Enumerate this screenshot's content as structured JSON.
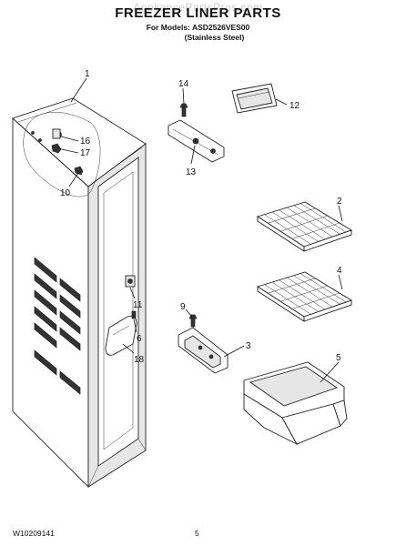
{
  "header": {
    "watermark": "AppliancePartsPros.com",
    "title": "FREEZER LINER PARTS",
    "models_line": "For Models: ASD2526VES00",
    "variant_line": "(Stainless Steel)"
  },
  "footer": {
    "doc_number": "W10209141",
    "page_number": "5"
  },
  "callouts": {
    "c1": "1",
    "c2": "2",
    "c3": "3",
    "c4": "4",
    "c5": "5",
    "c6": "6",
    "c9": "9",
    "c10": "10",
    "c11": "11",
    "c12": "12",
    "c13": "13",
    "c14": "14",
    "c16": "16",
    "c17": "17",
    "c18": "18"
  }
}
